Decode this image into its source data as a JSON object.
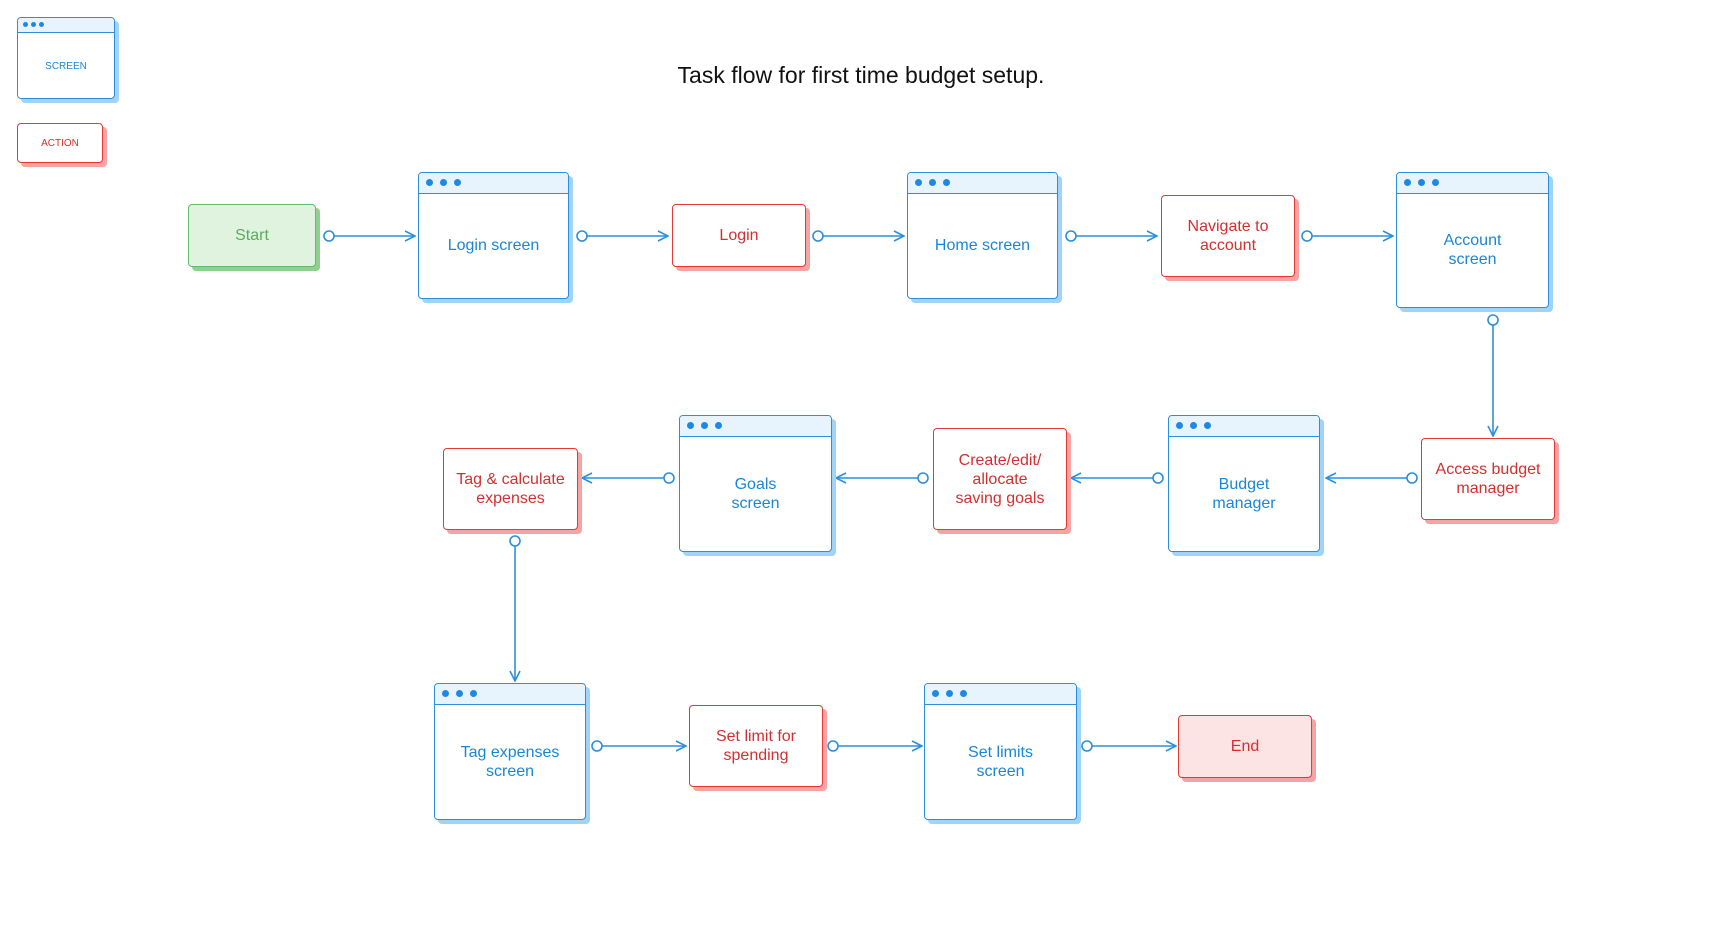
{
  "title": "Task flow for first time budget setup.",
  "legend": {
    "screen": "SCREEN",
    "action": "ACTION"
  },
  "nodes": {
    "start": "Start",
    "login_screen": "Login screen",
    "login": "Login",
    "home_screen": "Home screen",
    "navigate_account": "Navigate to account",
    "account_screen": "Account screen",
    "access_budget": "Access budget manager",
    "budget_manager": "Budget manager",
    "create_goals": "Create/edit/ allocate saving goals",
    "goals_screen": "Goals screen",
    "tag_calculate": "Tag & calculate expenses",
    "tag_screen": "Tag expenses screen",
    "set_limit": "Set limit for spending",
    "set_limits_screen": "Set limits screen",
    "end": "End"
  },
  "colors": {
    "screen": "#1a86d6",
    "action": "#d32f2f",
    "start": "#5cab5f",
    "connector": "#2b8fdc"
  }
}
